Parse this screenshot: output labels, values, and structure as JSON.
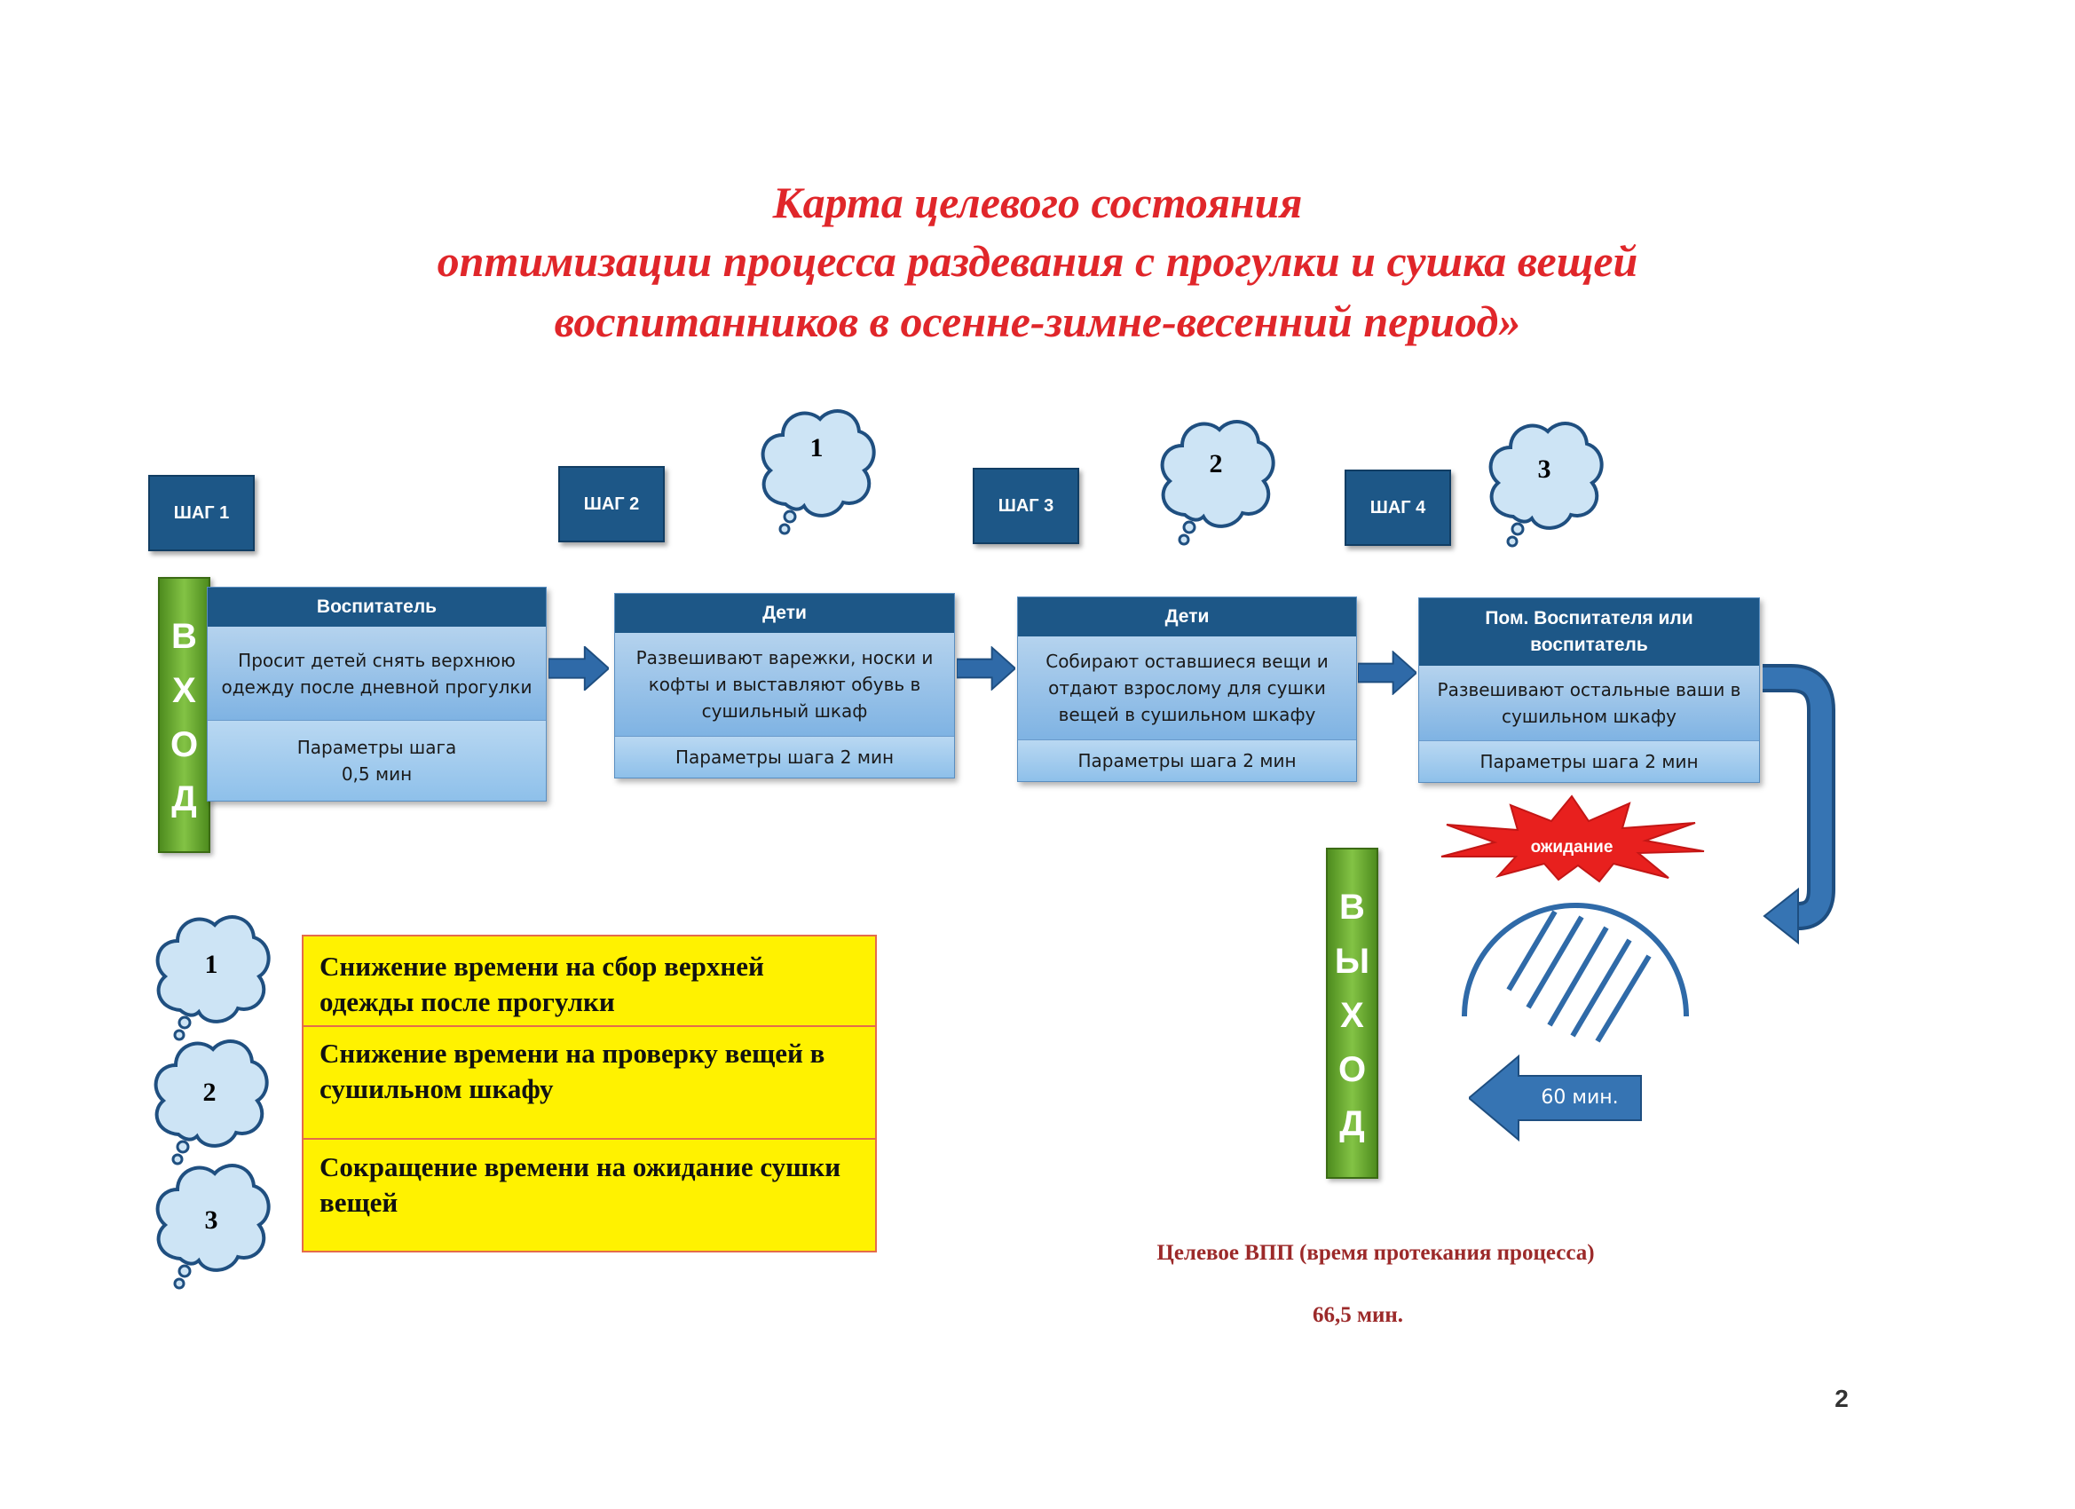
{
  "title": {
    "line1": "Карта целевого состояния",
    "line2": "оптимизации процесса раздевания с прогулки и сушка вещей",
    "line3": "воспитанников в осенне-зимне-весенний период»"
  },
  "steps": [
    {
      "tab": "ШАГ 1",
      "role": "Воспитатель",
      "action": "Просит детей снять верхнюю одежду после дневной прогулки",
      "params": "Параметры шага\n0,5 мин"
    },
    {
      "tab": "ШАГ 2",
      "role": "Дети",
      "action": "Развешивают варежки, носки и кофты и выставляют обувь в сушильный шкаф",
      "params": "Параметры шага 2 мин"
    },
    {
      "tab": "ШАГ 3",
      "role": "Дети",
      "action": "Собирают оставшиеся вещи и отдают взрослому для сушки вещей в сушильном шкафу",
      "params": "Параметры шага 2 мин"
    },
    {
      "tab": "ШАГ 4",
      "role": "Пом. Воспитателя или воспитатель",
      "action": "Развешивают остальные ваши в сушильном шкафу",
      "params": "Параметры шага 2 мин"
    }
  ],
  "entry": [
    "В",
    "Х",
    "О",
    "Д"
  ],
  "exit": [
    "В",
    "Ы",
    "Х",
    "О",
    "Д"
  ],
  "clouds": [
    "1",
    "2",
    "3"
  ],
  "wait_label": "ожидание",
  "time_arrow_label": "60 мин.",
  "legend": [
    {
      "num": "1",
      "text": "Снижение времени на сбор верхней одежды после прогулки"
    },
    {
      "num": "2",
      "text": "Снижение времени на проверку вещей в сушильном шкафу"
    },
    {
      "num": "3",
      "text": "Сокращение времени на ожидание сушки вещей"
    }
  ],
  "target_caption": "Целевое ВПП (время протекания процесса)",
  "target_value": "66,5 мин.",
  "page_number": "2",
  "colors": {
    "title": "#e0262a",
    "step_dark": "#1d5787",
    "green": "#6aa733",
    "legend_bg": "#fff200",
    "burst": "#e8201e",
    "arrow": "#2f6aa8"
  }
}
